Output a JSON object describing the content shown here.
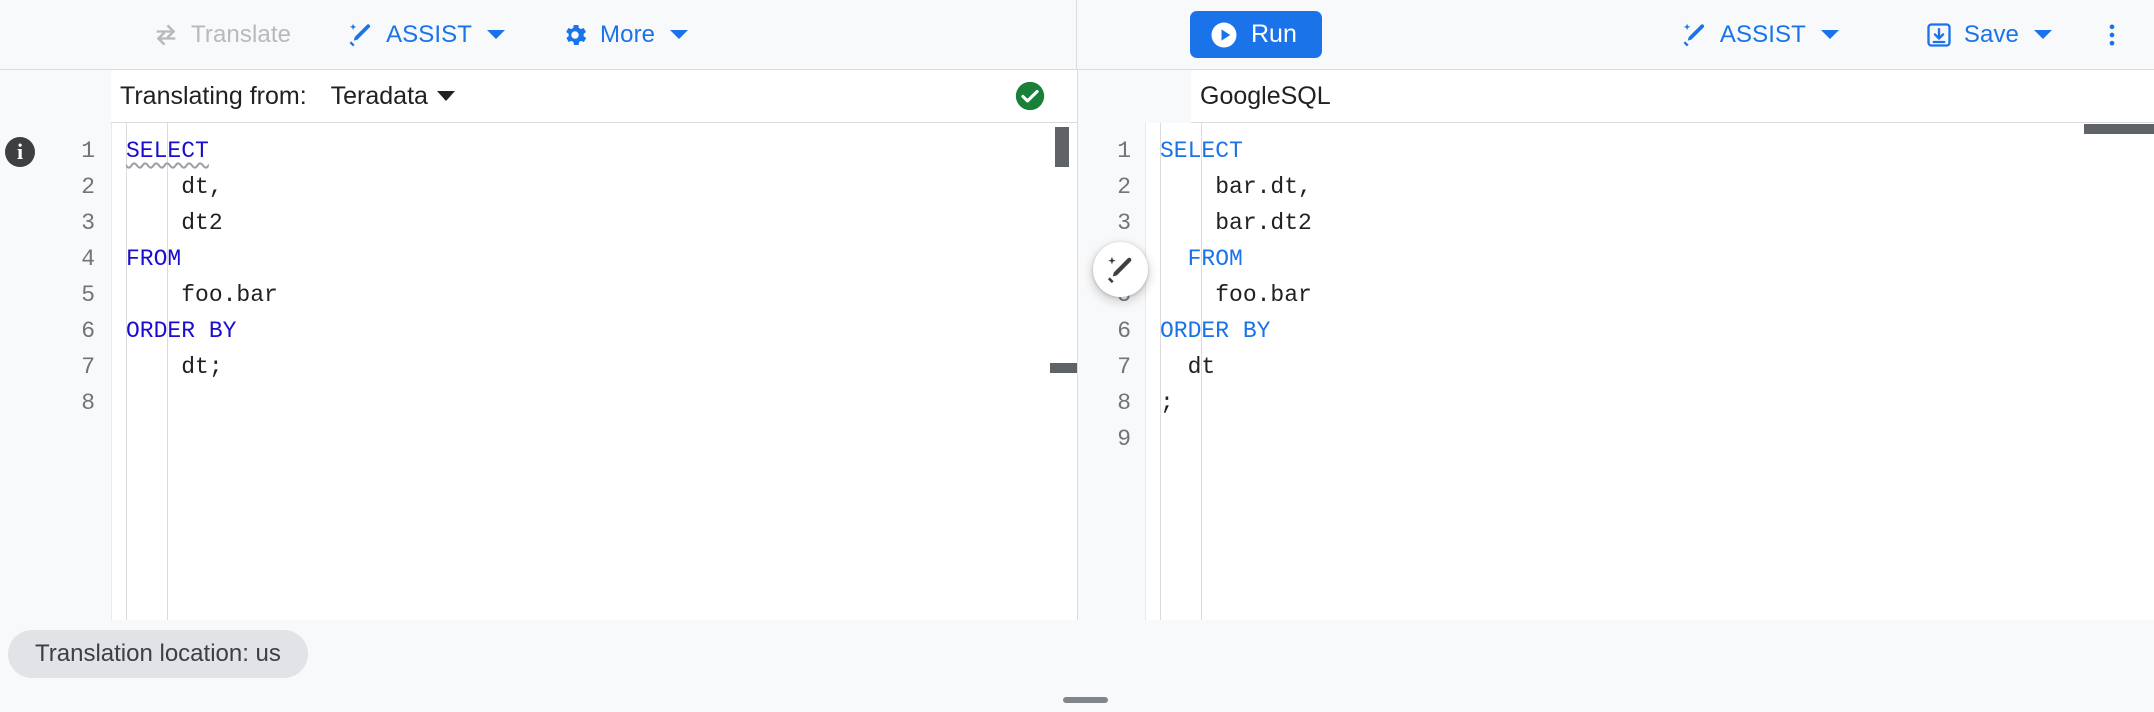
{
  "toolbar": {
    "left": [
      {
        "id": "translate",
        "label": "Translate",
        "icon": "translate-swap-icon",
        "disabled": true,
        "caret": false
      },
      {
        "id": "assist-left",
        "label": "ASSIST",
        "icon": "magic-wand-icon",
        "disabled": false,
        "caret": true
      },
      {
        "id": "more",
        "label": "More",
        "icon": "gear-icon",
        "disabled": false,
        "caret": true
      }
    ],
    "right": {
      "run_label": "Run",
      "run_icon": "play-circle-icon",
      "assist_label": "ASSIST",
      "assist_icon": "magic-wand-icon",
      "save_label": "Save",
      "save_icon": "save-disk-icon",
      "overflow_icon": "more-vert-icon"
    }
  },
  "left_pane": {
    "label": "Translating from:",
    "dialect": "Teradata",
    "dialect_options": [
      "Teradata"
    ],
    "status_icon": "check-circle-icon",
    "status_color": "#188038",
    "info_icon": "info-icon",
    "line_numbers": [
      "1",
      "2",
      "3",
      "4",
      "5",
      "6",
      "7",
      "8"
    ],
    "code": [
      {
        "n": 1,
        "indent": 0,
        "tokens": [
          {
            "t": "SELECT",
            "k": true,
            "squiggly": true
          }
        ]
      },
      {
        "n": 2,
        "indent": 2,
        "tokens": [
          {
            "t": "dt,",
            "k": false
          }
        ]
      },
      {
        "n": 3,
        "indent": 2,
        "tokens": [
          {
            "t": "dt2",
            "k": false
          }
        ]
      },
      {
        "n": 4,
        "indent": 0,
        "tokens": [
          {
            "t": "FROM",
            "k": true
          }
        ]
      },
      {
        "n": 5,
        "indent": 2,
        "tokens": [
          {
            "t": "foo.bar",
            "k": false
          }
        ]
      },
      {
        "n": 6,
        "indent": 0,
        "tokens": [
          {
            "t": "ORDER BY",
            "k": true
          }
        ]
      },
      {
        "n": 7,
        "indent": 2,
        "tokens": [
          {
            "t": "dt;",
            "k": false
          }
        ]
      },
      {
        "n": 8,
        "indent": 0,
        "tokens": []
      }
    ],
    "code_text": "SELECT\n    dt,\n    dt2\nFROM\n    foo.bar\nORDER BY\n    dt;\n"
  },
  "right_pane": {
    "dialect": "GoogleSQL",
    "line_numbers": [
      "1",
      "2",
      "3",
      "4",
      "5",
      "6",
      "7",
      "8",
      "9"
    ],
    "code": [
      {
        "n": 1,
        "indent": 0,
        "tokens": [
          {
            "t": "SELECT",
            "k": true
          }
        ]
      },
      {
        "n": 2,
        "indent": 2,
        "tokens": [
          {
            "t": "bar.dt,",
            "k": false
          }
        ]
      },
      {
        "n": 3,
        "indent": 2,
        "tokens": [
          {
            "t": "bar.dt2",
            "k": false
          }
        ]
      },
      {
        "n": 4,
        "indent": 1,
        "tokens": [
          {
            "t": "FROM",
            "k": true
          }
        ]
      },
      {
        "n": 5,
        "indent": 2,
        "tokens": [
          {
            "t": "foo.bar",
            "k": false
          }
        ]
      },
      {
        "n": 6,
        "indent": 0,
        "tokens": [
          {
            "t": "ORDER BY",
            "k": true
          }
        ]
      },
      {
        "n": 7,
        "indent": 1,
        "tokens": [
          {
            "t": "dt",
            "k": false
          }
        ]
      },
      {
        "n": 8,
        "indent": 0,
        "tokens": [
          {
            "t": ";",
            "k": false
          }
        ]
      },
      {
        "n": 9,
        "indent": 0,
        "tokens": []
      }
    ],
    "code_text": "SELECT\n    bar.dt,\n    bar.dt2\n  FROM\n    foo.bar\nORDER BY\n  dt\n;\n"
  },
  "center_fab": {
    "icon": "magic-wand-icon",
    "title": ""
  },
  "footer": {
    "chip_label": "Translation location: us"
  },
  "colors": {
    "accent": "#1a73e8",
    "toolbar_bg": "#f8f9fa",
    "editor_bg": "#ffffff",
    "border": "#dadce0",
    "keyword": "#1a73e8",
    "keyword_left": "#1a0dcf",
    "text": "#202124",
    "muted": "#70757a",
    "disabled": "#b6babf",
    "success": "#188038",
    "chip_bg": "#e1e3e6"
  }
}
